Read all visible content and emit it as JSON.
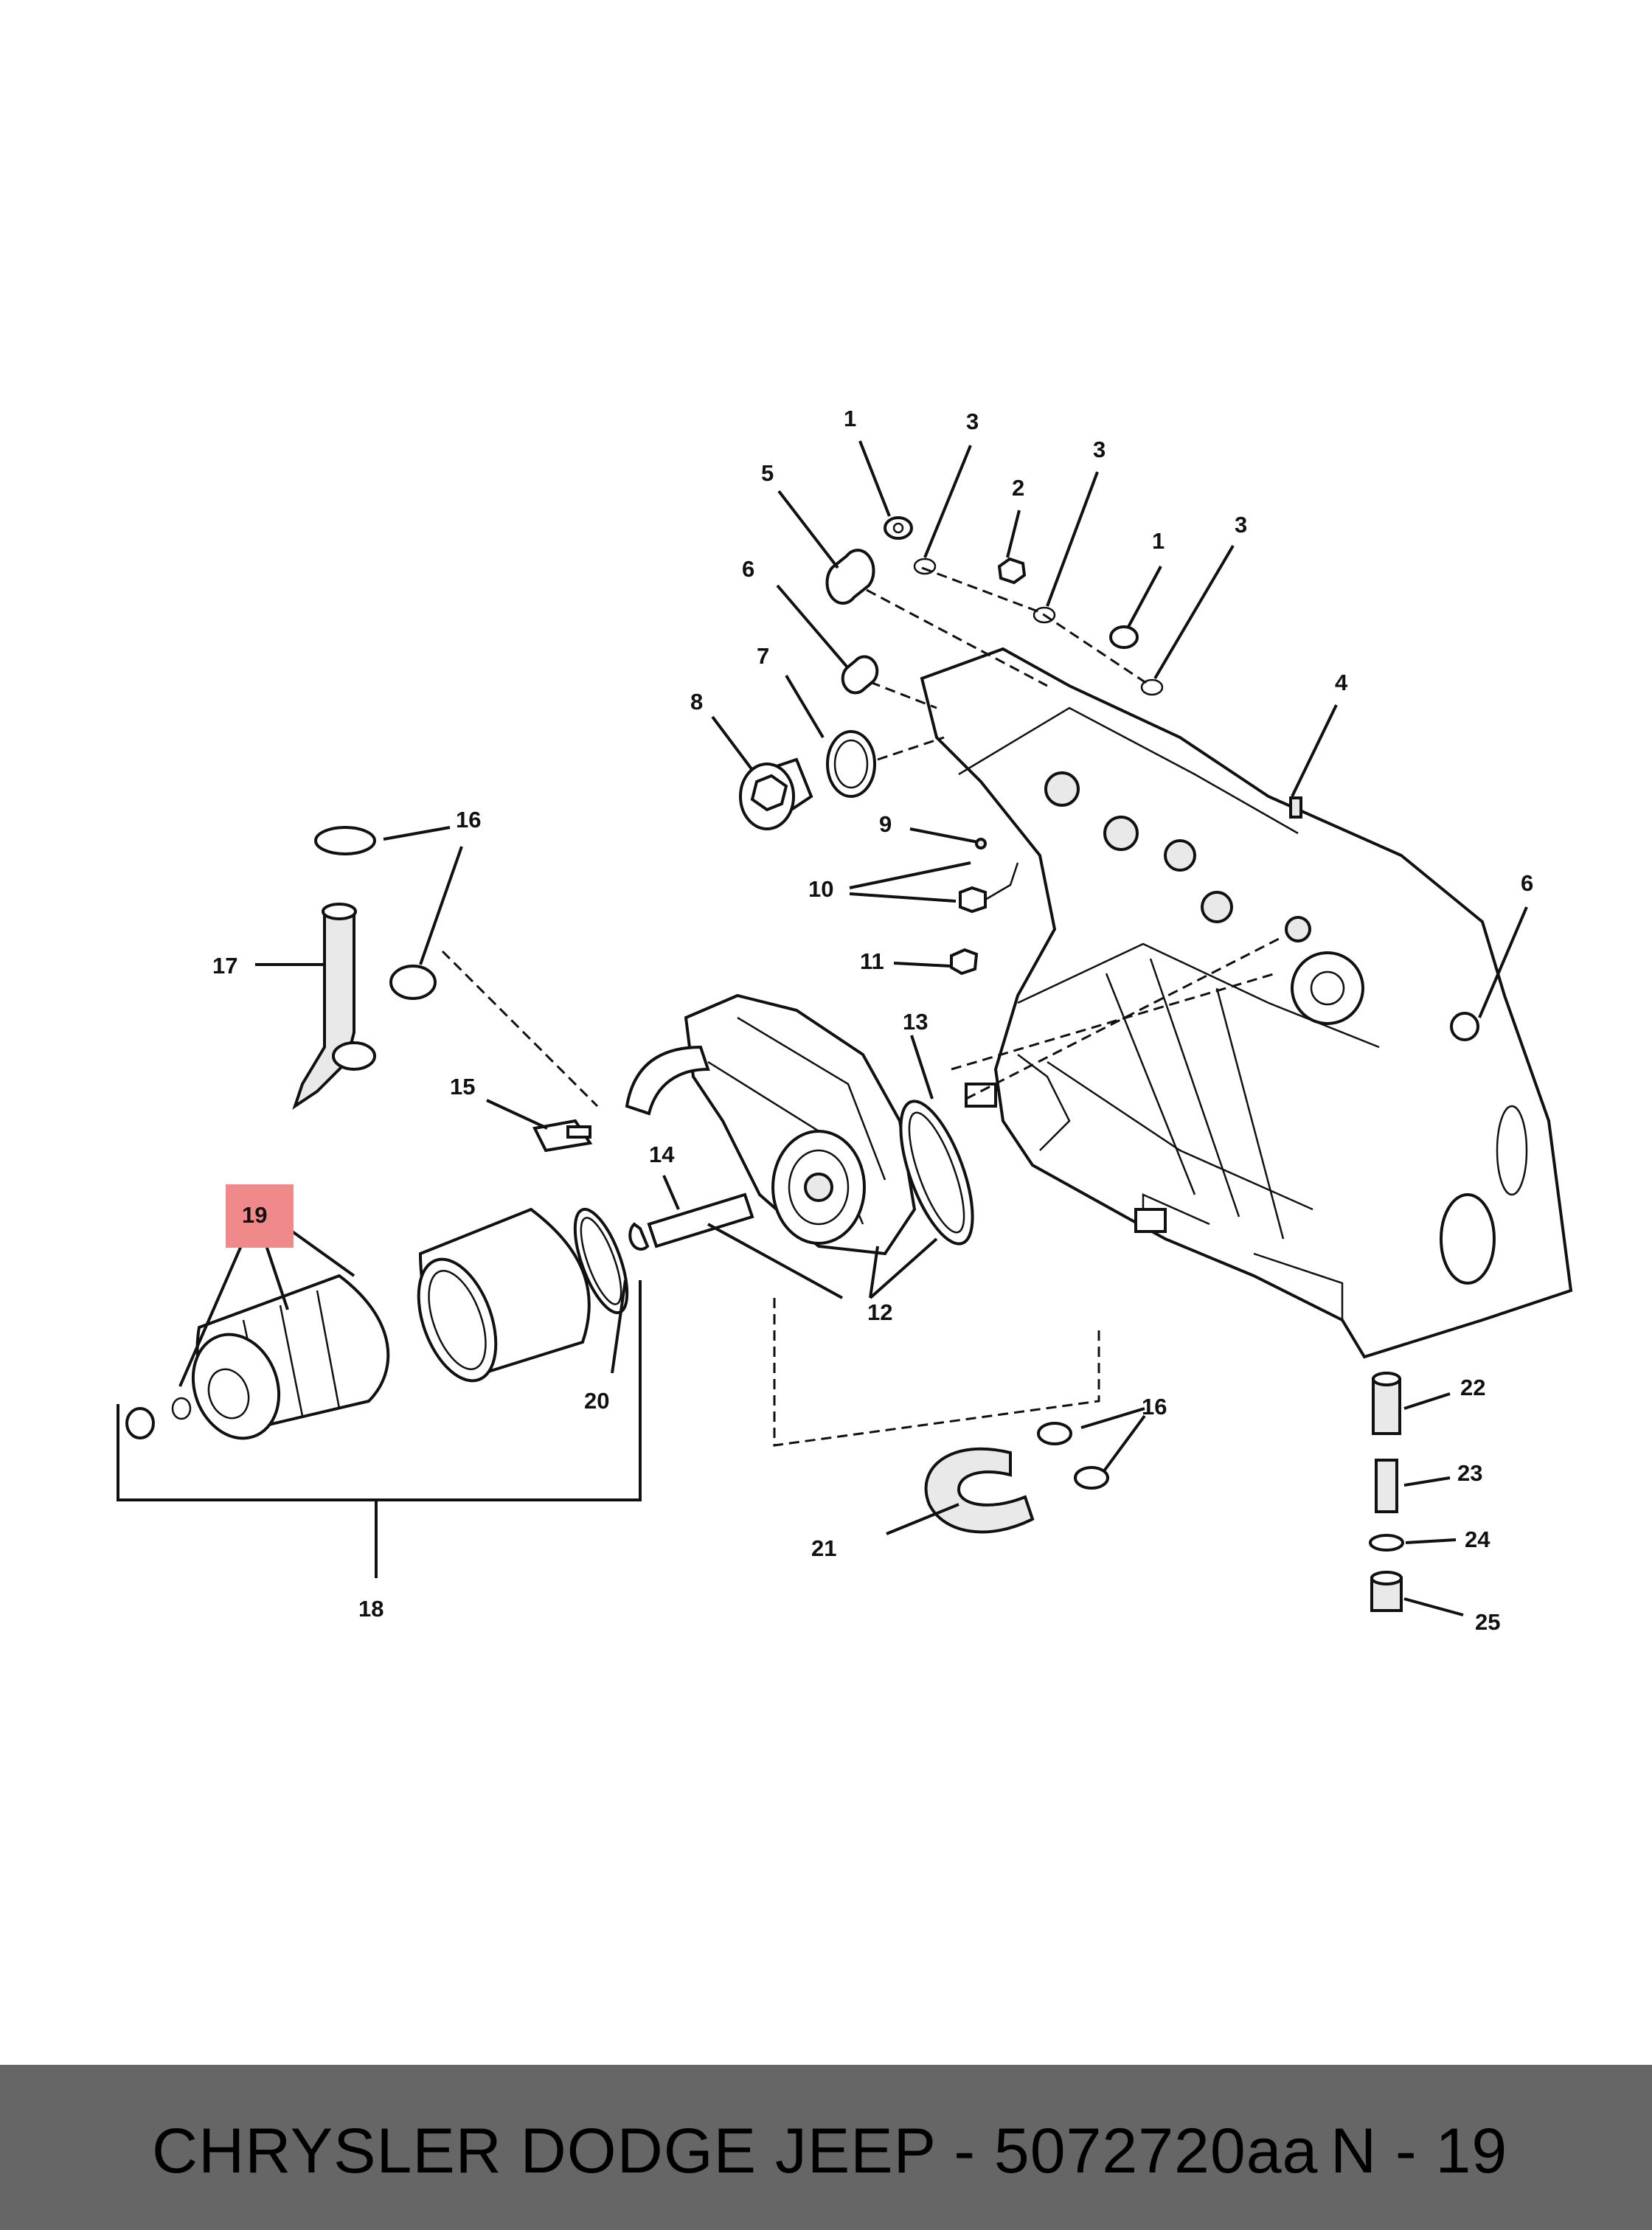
{
  "callouts": [
    {
      "id": "c1a",
      "label": "1"
    },
    {
      "id": "c1b",
      "label": "1"
    },
    {
      "id": "c2",
      "label": "2"
    },
    {
      "id": "c3a",
      "label": "3"
    },
    {
      "id": "c3b",
      "label": "3"
    },
    {
      "id": "c3c",
      "label": "3"
    },
    {
      "id": "c4",
      "label": "4"
    },
    {
      "id": "c5",
      "label": "5"
    },
    {
      "id": "c6a",
      "label": "6"
    },
    {
      "id": "c6b",
      "label": "6"
    },
    {
      "id": "c7",
      "label": "7"
    },
    {
      "id": "c8",
      "label": "8"
    },
    {
      "id": "c9",
      "label": "9"
    },
    {
      "id": "c10",
      "label": "10"
    },
    {
      "id": "c11",
      "label": "11"
    },
    {
      "id": "c12",
      "label": "12"
    },
    {
      "id": "c13",
      "label": "13"
    },
    {
      "id": "c14",
      "label": "14"
    },
    {
      "id": "c15",
      "label": "15"
    },
    {
      "id": "c16a",
      "label": "16"
    },
    {
      "id": "c16b",
      "label": "16"
    },
    {
      "id": "c17",
      "label": "17"
    },
    {
      "id": "c18",
      "label": "18"
    },
    {
      "id": "c19",
      "label": "19"
    },
    {
      "id": "c20",
      "label": "20"
    },
    {
      "id": "c21",
      "label": "21"
    },
    {
      "id": "c22",
      "label": "22"
    },
    {
      "id": "c23",
      "label": "23"
    },
    {
      "id": "c24",
      "label": "24"
    },
    {
      "id": "c25",
      "label": "25"
    }
  ],
  "highlight": {
    "label": "19",
    "color": "#f08a8a"
  },
  "footer": {
    "title": "CHRYSLER DODGE JEEP - 5072720aa",
    "code": "N - 19",
    "background": "#666666",
    "text_color": "#ffffff"
  }
}
